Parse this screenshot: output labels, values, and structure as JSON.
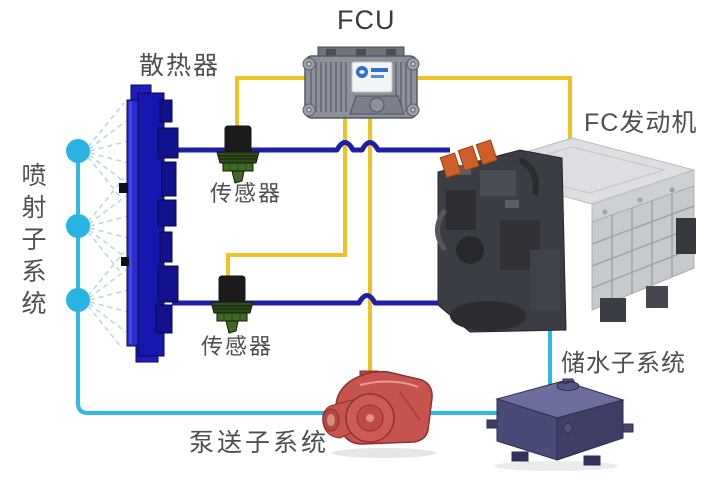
{
  "labels": {
    "fcu": "FCU",
    "radiator": "散热器",
    "fc_engine": "FC发动机",
    "sensor_top": "传感器",
    "sensor_bottom": "传感器",
    "injection_subsystem": "喷射子系统",
    "pumping_subsystem": "泵送子系统",
    "water_storage_subsystem": "储水子系统"
  },
  "colors": {
    "control_line_yellow": "#f0c325",
    "coolant_line_blue": "#1e1ea8",
    "water_line_cyan": "#2fb9e6",
    "spray_node_cyan": "#29b3e3",
    "radiator_blue": "#1717b0",
    "pump_red": "#c6534e",
    "tank_indigo": "#4a4a78",
    "engine_gray": "#c7cacd",
    "connector_orange": "#cf5f28",
    "label_text": "#4f4f4f"
  },
  "spray_nodes": {
    "count": 3
  }
}
